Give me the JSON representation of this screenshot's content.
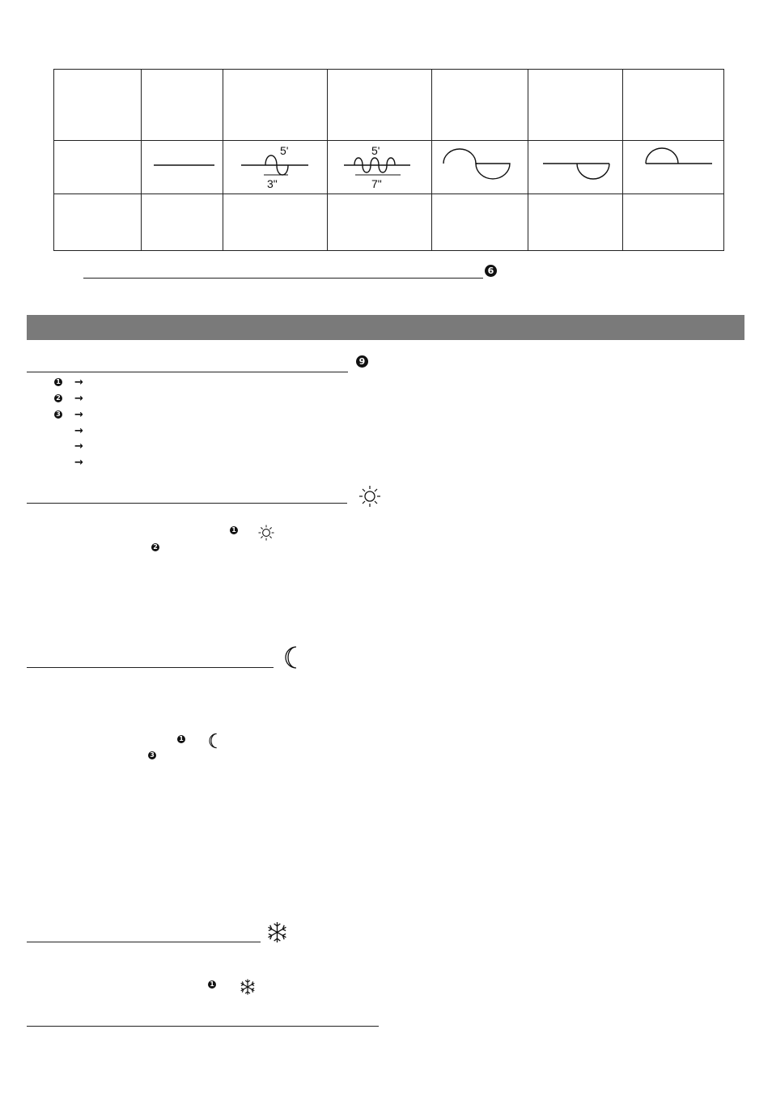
{
  "table": {
    "wave_labels": {
      "col2_top": "5'",
      "col2_bottom": "3\"",
      "col3_top": "5'",
      "col3_bottom": "7\""
    },
    "icons": [
      "flat-line",
      "sine-short",
      "sine-long",
      "full-wave",
      "lower-half-wave",
      "upper-half-wave"
    ]
  },
  "markers": {
    "six": "6",
    "nine": "9",
    "one": "1",
    "two": "2",
    "three": "3",
    "arrow": "→"
  },
  "icons": {
    "sun": "sun-icon",
    "moon": "moon-icon",
    "snowflake": "snowflake-icon"
  },
  "colors": {
    "band": "#7a7a7a",
    "ink": "#111111"
  }
}
